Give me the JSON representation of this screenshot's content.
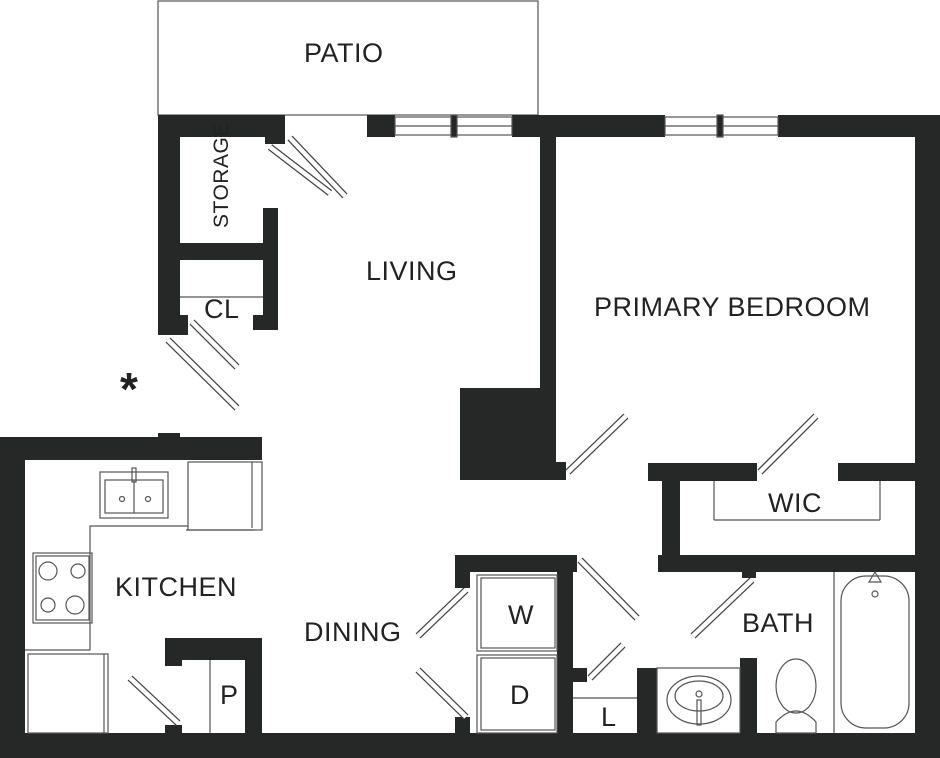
{
  "rooms": {
    "patio": "PATIO",
    "storage": "STORAGE",
    "living": "LIVING",
    "closet": "CL",
    "primary_bedroom": "PRIMARY BEDROOM",
    "wic": "WIC",
    "kitchen": "KITCHEN",
    "dining": "DINING",
    "washer": "W",
    "dryer": "D",
    "bath": "BATH",
    "pantry": "P",
    "linen": "L"
  },
  "marker": "*",
  "colors": {
    "wall": "#262828",
    "fixture": "#555555",
    "background": "#ffffff"
  }
}
